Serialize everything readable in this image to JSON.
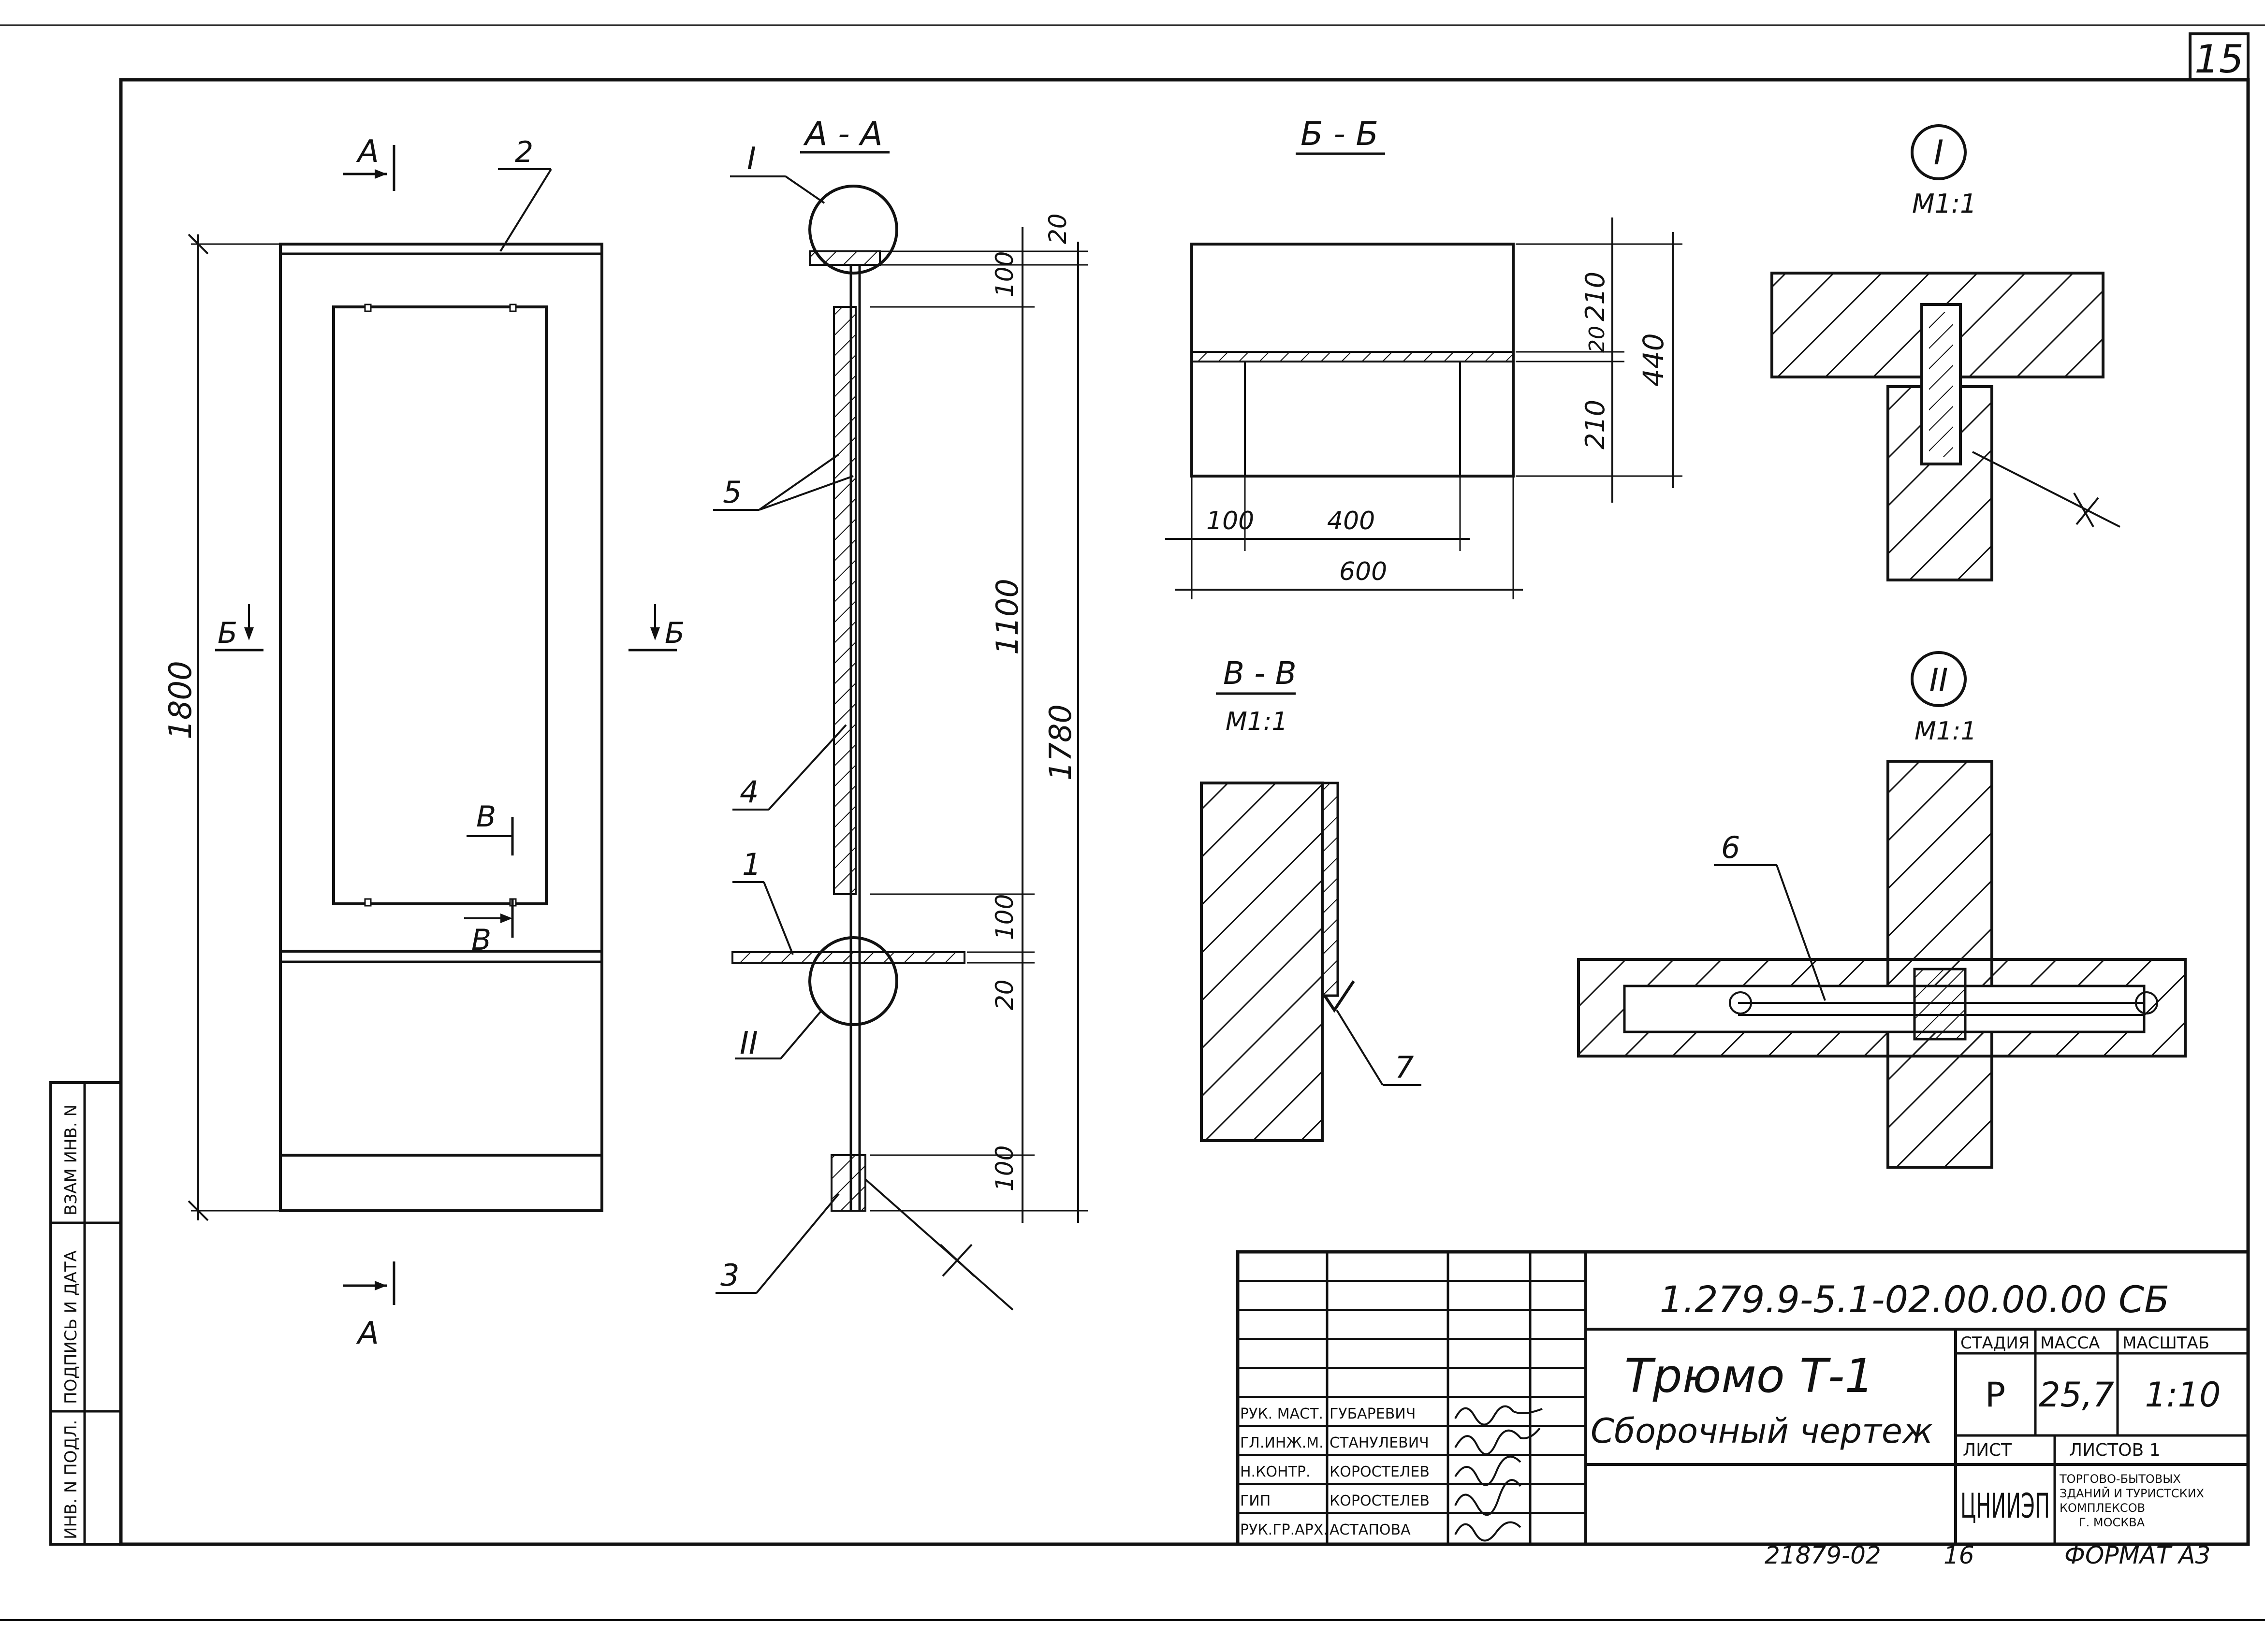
{
  "page_number": "15",
  "labels": {
    "section_aa": "А - А",
    "section_bb": "Б - Б",
    "section_vv": "В - В",
    "scale_m11": "М1:1",
    "node_1": "I",
    "node_2": "II",
    "cut_a": "А",
    "cut_b": "Б",
    "cut_v": "В"
  },
  "callouts": [
    "1",
    "2",
    "3",
    "4",
    "5",
    "6",
    "7"
  ],
  "dimensions": {
    "front_height": "1800",
    "aa_top": "20",
    "aa_gap": "100",
    "aa_mirror": "1100",
    "aa_total": "1780",
    "aa_gap2": "100",
    "aa_shelf": "20",
    "aa_bottom": "100",
    "bb_top": "210",
    "bb_mid": "20",
    "bb_bottom": "210",
    "bb_total": "440",
    "bb_left": "100",
    "bb_inner": "400",
    "bb_width": "600"
  },
  "title_block": {
    "code": "1.279.9-5.1-02.00.00.00 СБ",
    "name": "Трюмо Т-1",
    "subname": "Сборочный чертеж",
    "headers": {
      "stage": "СТАДИЯ",
      "mass": "МАССА",
      "scale": "МАСШТАБ",
      "sheet": "ЛИСТ",
      "sheets": "ЛИСТОВ 1"
    },
    "values": {
      "stage": "Р",
      "mass": "25,7",
      "scale": "1:10"
    },
    "org_logo": "ЦНИИЭП",
    "org_text": [
      "ТОРГОВО-БЫТОВЫХ",
      "ЗДАНИЙ И ТУРИСТСКИХ",
      "КОМПЛЕКСОВ",
      "Г. МОСКВА"
    ],
    "signers": [
      {
        "role": "РУК. МАСТ.",
        "name": "ГУБАРЕВИЧ"
      },
      {
        "role": "ГЛ.ИНЖ.М.",
        "name": "СТАНУЛЕВИЧ"
      },
      {
        "role": "Н.КОНТР.",
        "name": "КОРОСТЕЛЕВ"
      },
      {
        "role": "ГИП",
        "name": "КОРОСТЕЛЕВ"
      },
      {
        "role": "РУК.ГР.АРХ.",
        "name": "АСТАПОВА"
      }
    ]
  },
  "side_stamp": [
    "ИНВ. N ПОДЛ.",
    "ПОДПИСЬ И ДАТА",
    "ВЗАМ ИНВ. N"
  ],
  "footer": {
    "doc_no": "21879-02",
    "page": "16",
    "format": "ФОРМАТ А3"
  }
}
